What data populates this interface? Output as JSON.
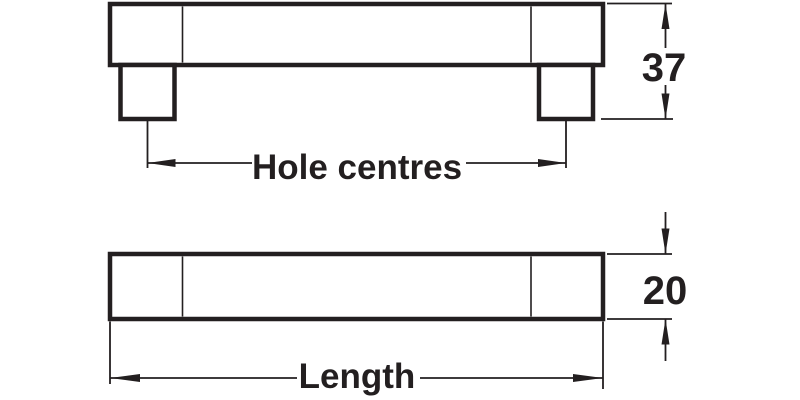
{
  "colors": {
    "line": "#231f20",
    "background": "#ffffff"
  },
  "front_view": {
    "hole_centres_label": "Hole centres",
    "height_value": "37"
  },
  "side_view": {
    "length_label": "Length",
    "height_value": "20"
  }
}
